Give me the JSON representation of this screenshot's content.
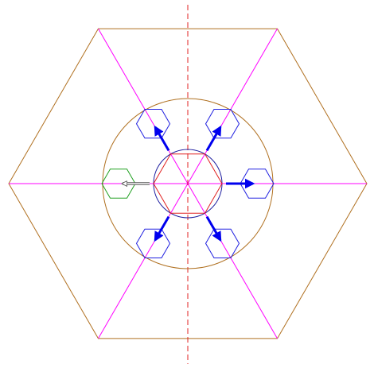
{
  "diagram": {
    "colors": {
      "background": "#ffffff",
      "outer_hexagon": "#b07020",
      "spokes": "#ff00ff",
      "axis": "#e02020",
      "middle_circle": "#b07020",
      "inner_circle": "#2020a0",
      "inner_hexagon": "#e02020",
      "node_hexagon": "#2020e0",
      "active_node": "#20a020",
      "arrow": "#0000ee",
      "inactive_arrow": "#555555"
    },
    "node_positions_deg": [
      0,
      60,
      120,
      180,
      240,
      300
    ],
    "active_node_deg": 180,
    "arrow_style": {
      "normal": "filled-blue",
      "active": "hollow-outline"
    }
  }
}
